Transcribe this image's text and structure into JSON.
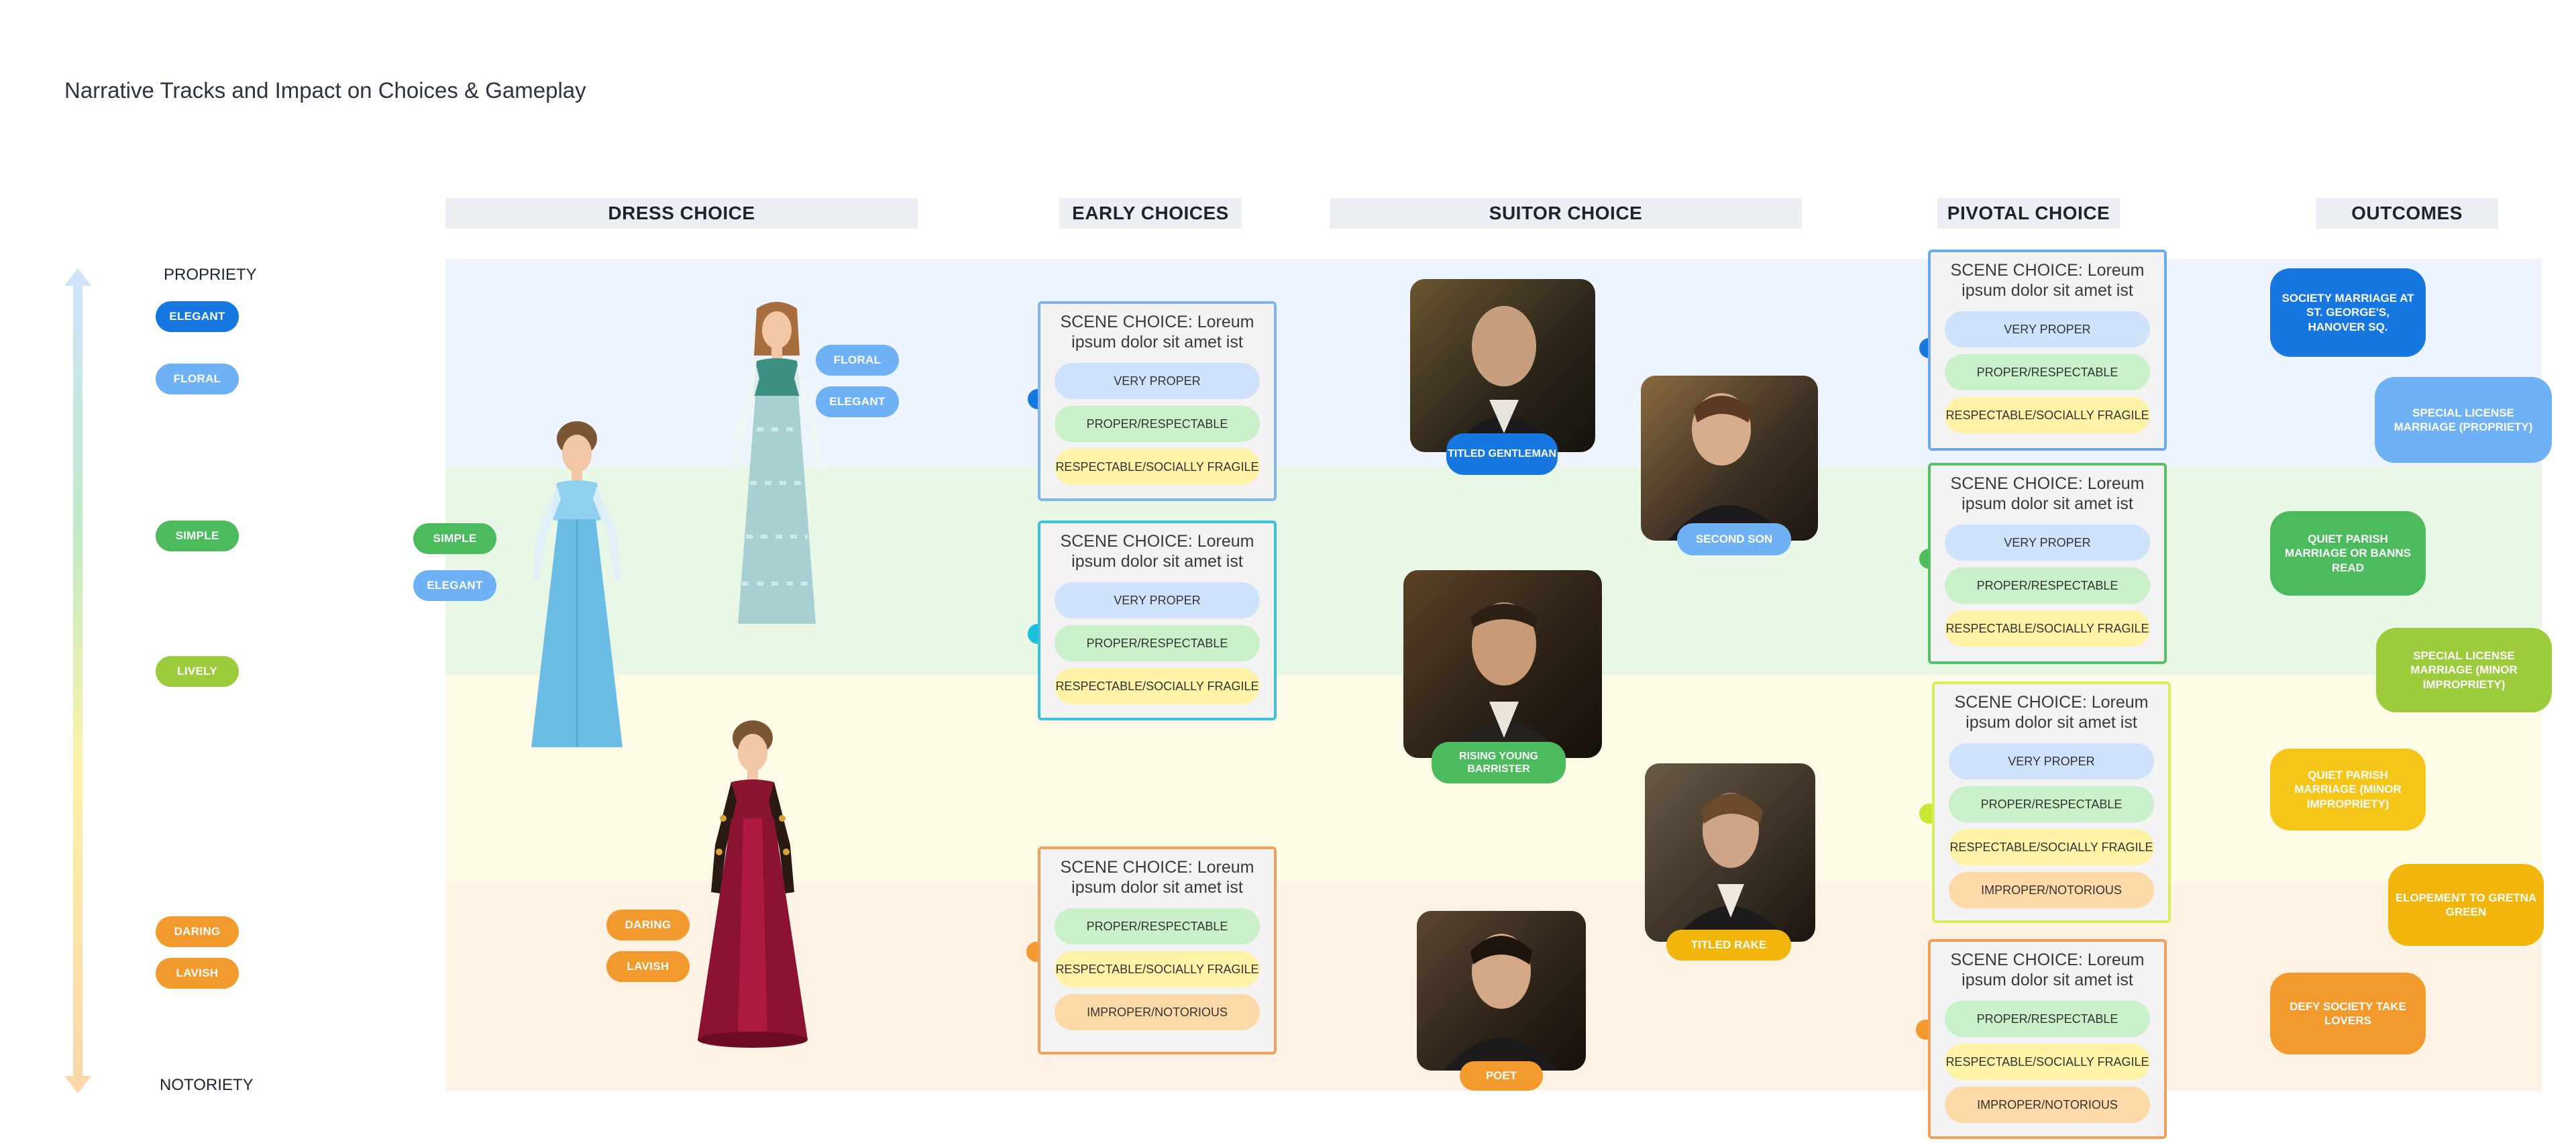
{
  "title": "Narrative Tracks and Impact on Choices & Gameplay",
  "headers": {
    "dress": "DRESS CHOICE",
    "early": "EARLY CHOICES",
    "suitor": "SUITOR CHOICE",
    "pivotal": "PIVOTAL CHOICE",
    "outcomes": "OUTCOMES"
  },
  "axis": {
    "top": "PROPRIETY",
    "bottom": "NOTORIETY"
  },
  "scale_tags": [
    "ELEGANT",
    "FLORAL",
    "SIMPLE",
    "LIVELY",
    "DARING",
    "LAVISH"
  ],
  "dress_tags": {
    "dress1": [
      "SIMPLE",
      "ELEGANT"
    ],
    "dress2": [
      "FLORAL",
      "ELEGANT"
    ],
    "dress3": [
      "DARING",
      "LAVISH"
    ]
  },
  "scene_title": "SCENE CHOICE: Loreum ipsum dolor sit amet ist",
  "options": {
    "very_proper": "VERY PROPER",
    "proper": "PROPER/RESPECTABLE",
    "fragile": "RESPECTABLE/SOCIALLY FRAGILE",
    "notorious": "IMPROPER/NOTORIOUS"
  },
  "suitors": {
    "titled_gentleman": "TITLED GENTLEMAN",
    "second_son": "SECOND SON",
    "barrister": "RISING YOUNG BARRISTER",
    "rake": "TITLED RAKE",
    "poet": "POET"
  },
  "outcomes": {
    "o1": "SOCIETY MARRIAGE AT ST. GEORGE'S, HANOVER SQ.",
    "o2": "SPECIAL LICENSE MARRIAGE (PROPRIETY)",
    "o3": "QUIET PARISH MARRIAGE OR BANNS READ",
    "o4": "SPECIAL LICENSE MARRIAGE (MINOR IMPROPRIETY)",
    "o5": "QUIET PARISH MARRIAGE (MINOR IMPROPRIETY)",
    "o6": "ELOPEMENT TO GRETNA GREEN",
    "o7": "DEFY SOCIETY TAKE LOVERS"
  },
  "colors": {
    "band_blue": "#edf4fd",
    "band_green": "#e9f7e7",
    "band_yellow": "#fdfbe6",
    "band_orange": "#fdf2e4"
  }
}
